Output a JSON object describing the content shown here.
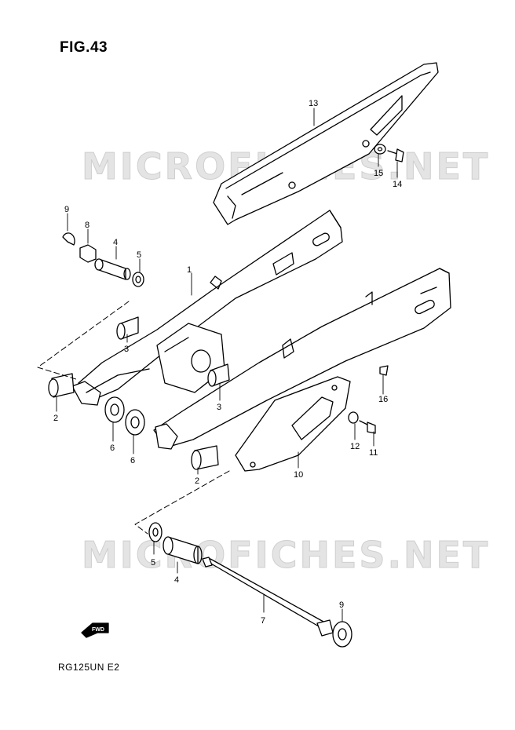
{
  "figure": {
    "title": "FIG.43",
    "model": "RG125UN E2"
  },
  "watermark": {
    "text": "MICROFICHES.NET"
  },
  "fwd_label": "FWD",
  "callouts": {
    "c1": "1",
    "c2a": "2",
    "c2b": "2",
    "c3a": "3",
    "c3b": "3",
    "c4a": "4",
    "c4b": "4",
    "c5a": "5",
    "c5b": "5",
    "c6a": "6",
    "c6b": "6",
    "c7": "7",
    "c8": "8",
    "c9a": "9",
    "c9b": "9",
    "c10": "10",
    "c11": "11",
    "c12": "12",
    "c13": "13",
    "c14": "14",
    "c15": "15",
    "c16": "16"
  }
}
